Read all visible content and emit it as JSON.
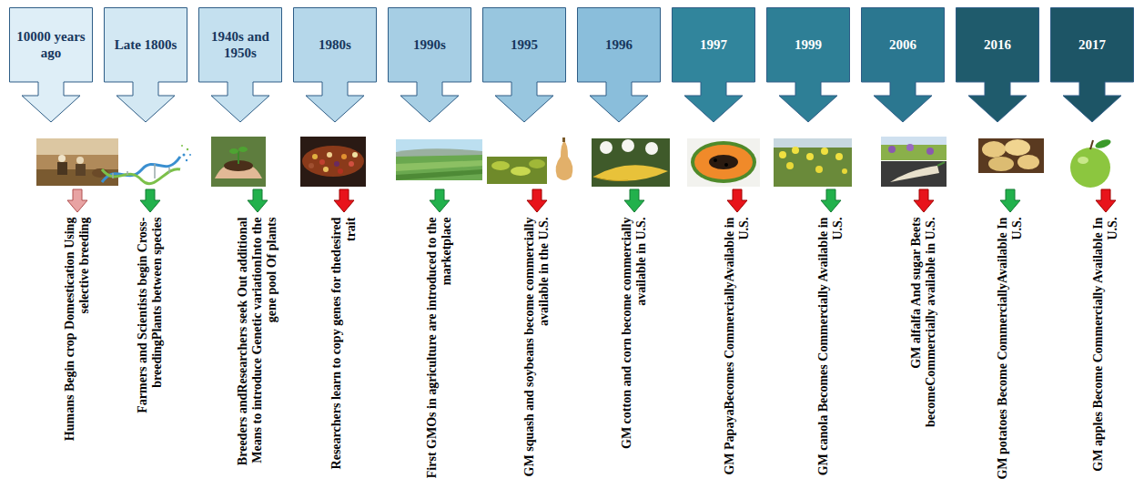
{
  "diagram": {
    "nodes": [
      {
        "text": [
          "10000 years ago"
        ]
      },
      {
        "text": [
          "Late 1800s"
        ]
      },
      {
        "text": [
          "1940s and 1950s"
        ]
      },
      {
        "text": [
          "1980s"
        ]
      },
      {
        "text": [
          "1990s"
        ]
      },
      {
        "text": [
          "1995"
        ]
      },
      {
        "text": [
          "1996"
        ]
      },
      {
        "text": [
          "1997"
        ]
      },
      {
        "text": [
          "1999"
        ]
      },
      {
        "text": [
          "2006"
        ]
      },
      {
        "text": [
          "2016"
        ]
      },
      {
        "text": [
          "2017"
        ]
      }
    ],
    "labels": [
      "Humans Begin crop Domestication Using selective breeding",
      "Farmers and Scientists begin Cross-breedingPlants between species",
      "Breeders andResearchers seek Out additional Means to introduce Genetic variationInto the gene pool Of plants",
      "Researchers learn to copy genes for thedesired trait",
      "First GMOs in agriculture are introduced to the marketplace",
      "GM squash and soybeans become commercially available in the U.S.",
      "GM cotton and corn become commercially available in U.S.",
      "GM PapayaBecomes CommerciallyAvailable in U.S.",
      "GM canola Becomes Commercially Available in U.S.",
      "GM alfalfa And sugar Beets becomeCommercially available in U.S.",
      "GM potatoes Become CommerciallyAvailable In U.S.",
      "GM apples Become Commercially Available In U.S."
    ]
  }
}
